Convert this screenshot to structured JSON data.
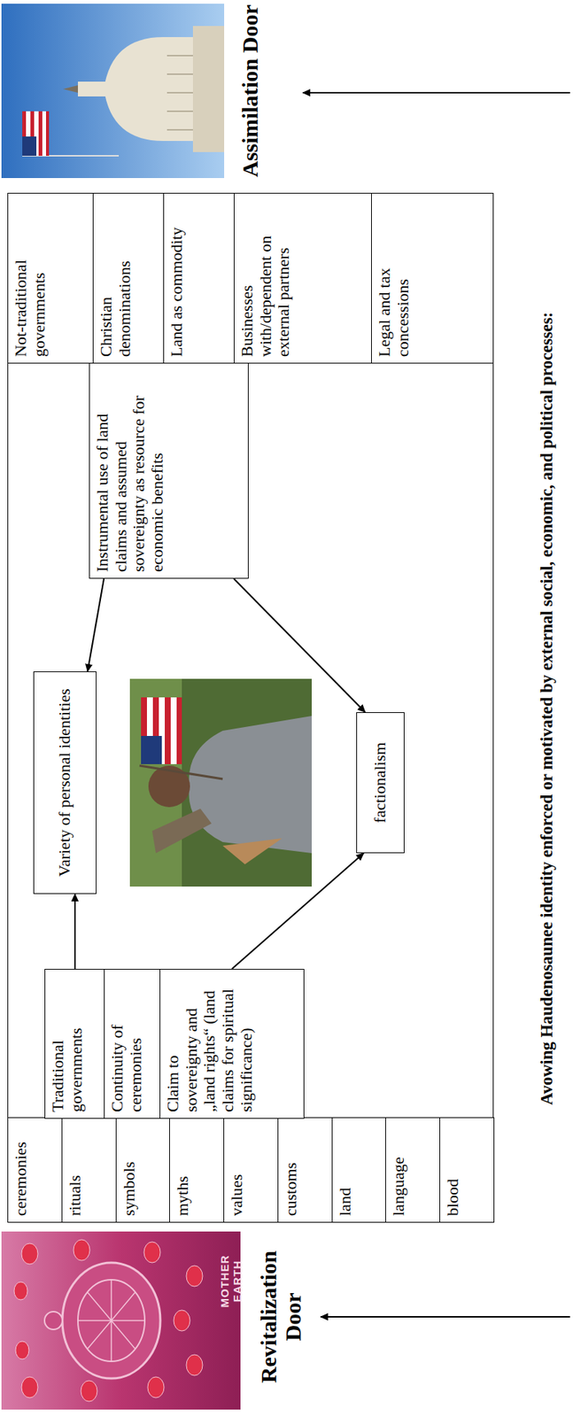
{
  "diagram": {
    "nodes": [
      {
        "text": [
          "ceremonies"
        ]
      },
      {
        "text": [
          "rituals"
        ]
      },
      {
        "text": [
          "symbols"
        ]
      },
      {
        "text": [
          "myths"
        ]
      },
      {
        "text": [
          "values"
        ]
      },
      {
        "text": [
          "customs"
        ]
      },
      {
        "text": [
          "land"
        ]
      },
      {
        "text": [
          "language"
        ]
      },
      {
        "text": [
          "blood"
        ]
      },
      {
        "text": [
          "Traditional governments"
        ]
      },
      {
        "text": [
          "Continuity of ceremonies"
        ]
      },
      {
        "text": [
          "Claim to sovereignty and „land rights“ (land claims for spiritual significance)"
        ]
      },
      {
        "text": [
          "Variety of personal identities"
        ]
      },
      {
        "text": [
          "factionalism"
        ]
      },
      {
        "text": [
          "Instrumental use of land claims and assumed sovereignty as resource for economic benefits"
        ]
      },
      {
        "text": [
          "Not-traditional governments"
        ]
      },
      {
        "text": [
          "Christian denominations"
        ]
      },
      {
        "text": [
          "Land as commodity"
        ]
      },
      {
        "text": [
          "Businesses with/dependent on external partners"
        ]
      },
      {
        "text": [
          "Legal and tax concessions"
        ]
      }
    ],
    "edges": [
      {
        "from": 9,
        "to": 12,
        "arrow": "to"
      },
      {
        "from": 11,
        "to": 13,
        "arrow": "to"
      },
      {
        "from": 14,
        "to": 12,
        "arrow": "to"
      },
      {
        "from": 14,
        "to": 13,
        "arrow": "to"
      }
    ],
    "labels": [
      "MOTHER EARTH",
      "Revitalization Door",
      "Assimilation Door",
      "Avowing Haudenosaunee identity enforced or motivated by external social, economic, and political processes:"
    ]
  }
}
